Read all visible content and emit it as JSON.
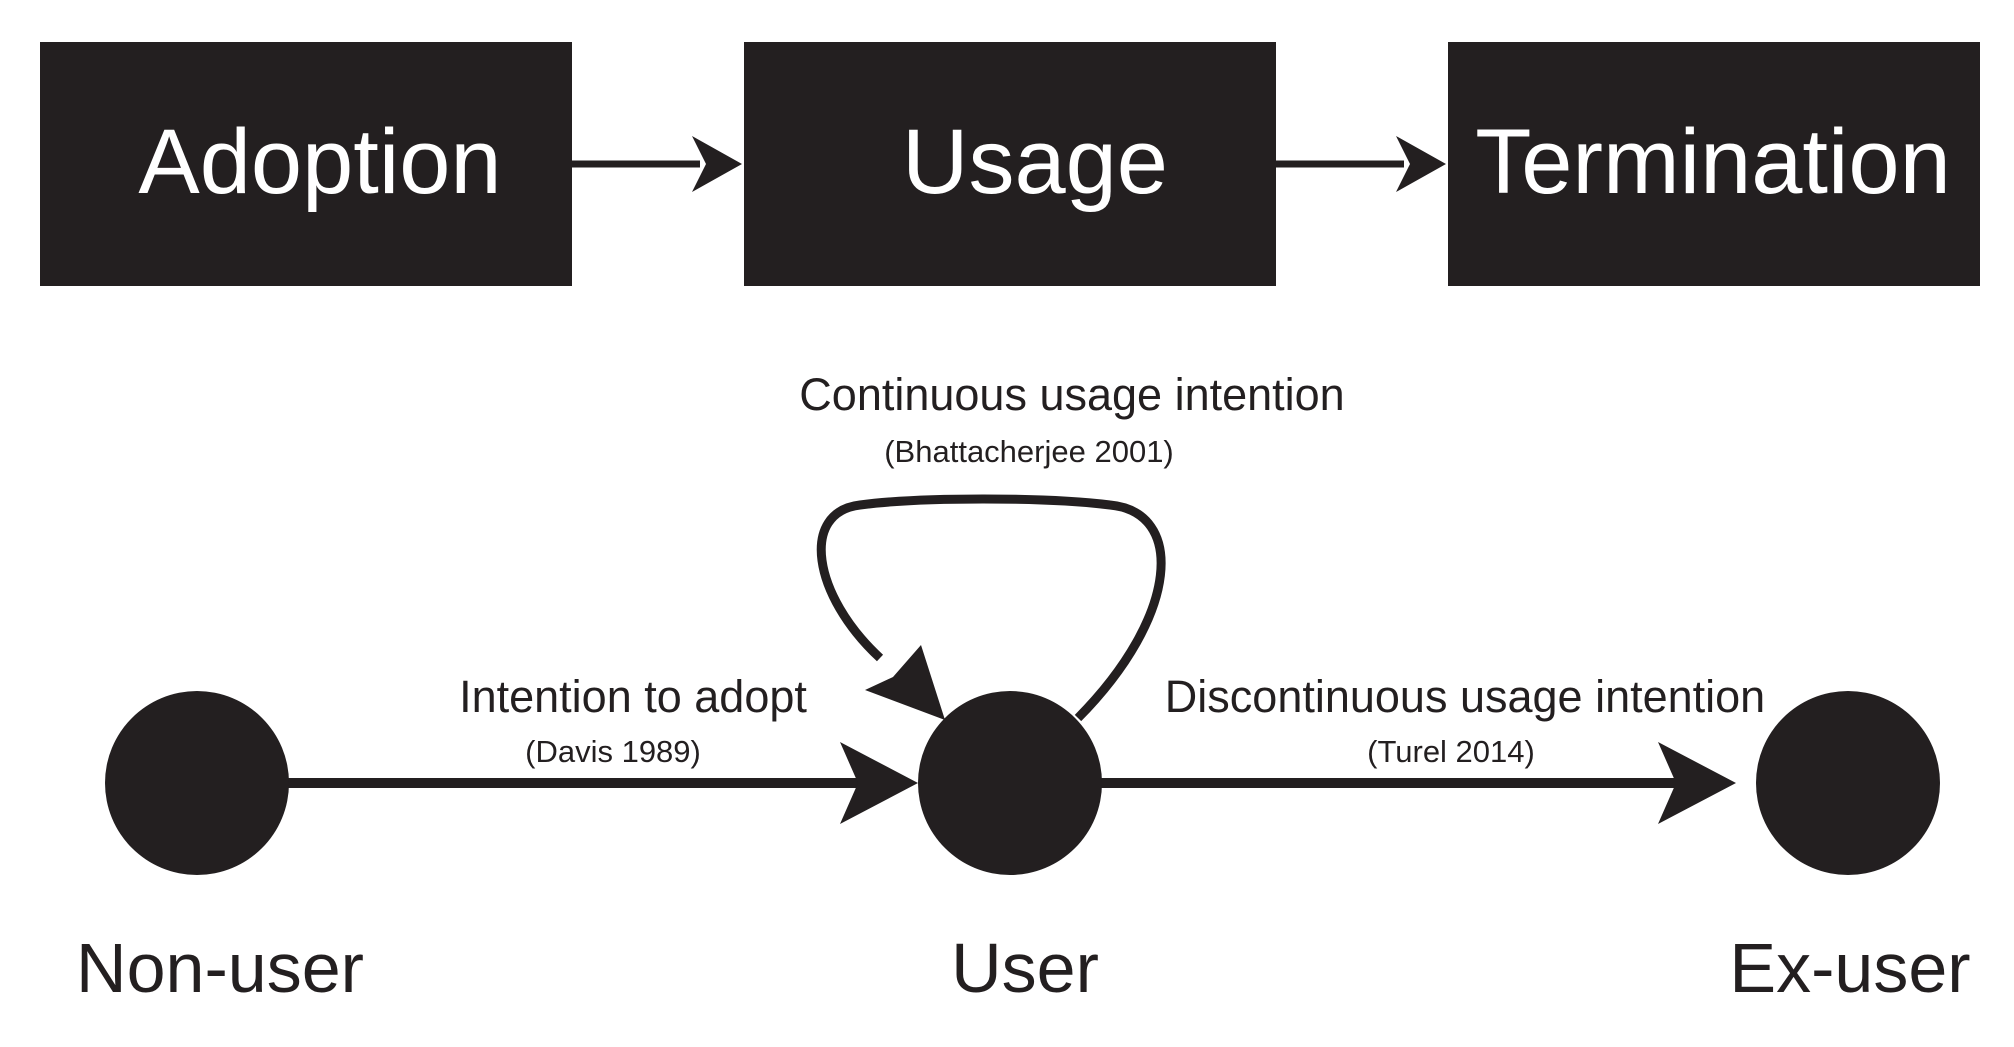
{
  "stages": [
    {
      "label": "Adoption"
    },
    {
      "label": "Usage"
    },
    {
      "label": "Termination"
    }
  ],
  "nodes": [
    {
      "label": "Non-user"
    },
    {
      "label": "User"
    },
    {
      "label": "Ex-user"
    }
  ],
  "transitions": {
    "adopt": {
      "label": "Intention to adopt",
      "citation": "(Davis 1989)"
    },
    "continue": {
      "label": "Continuous usage intention",
      "citation": "(Bhattacherjee 2001)"
    },
    "discontinue": {
      "label": "Discontinuous usage intention",
      "citation": "(Turel 2014)"
    }
  },
  "colors": {
    "ink": "#231f20",
    "background": "#ffffff",
    "box_text": "#ffffff"
  }
}
